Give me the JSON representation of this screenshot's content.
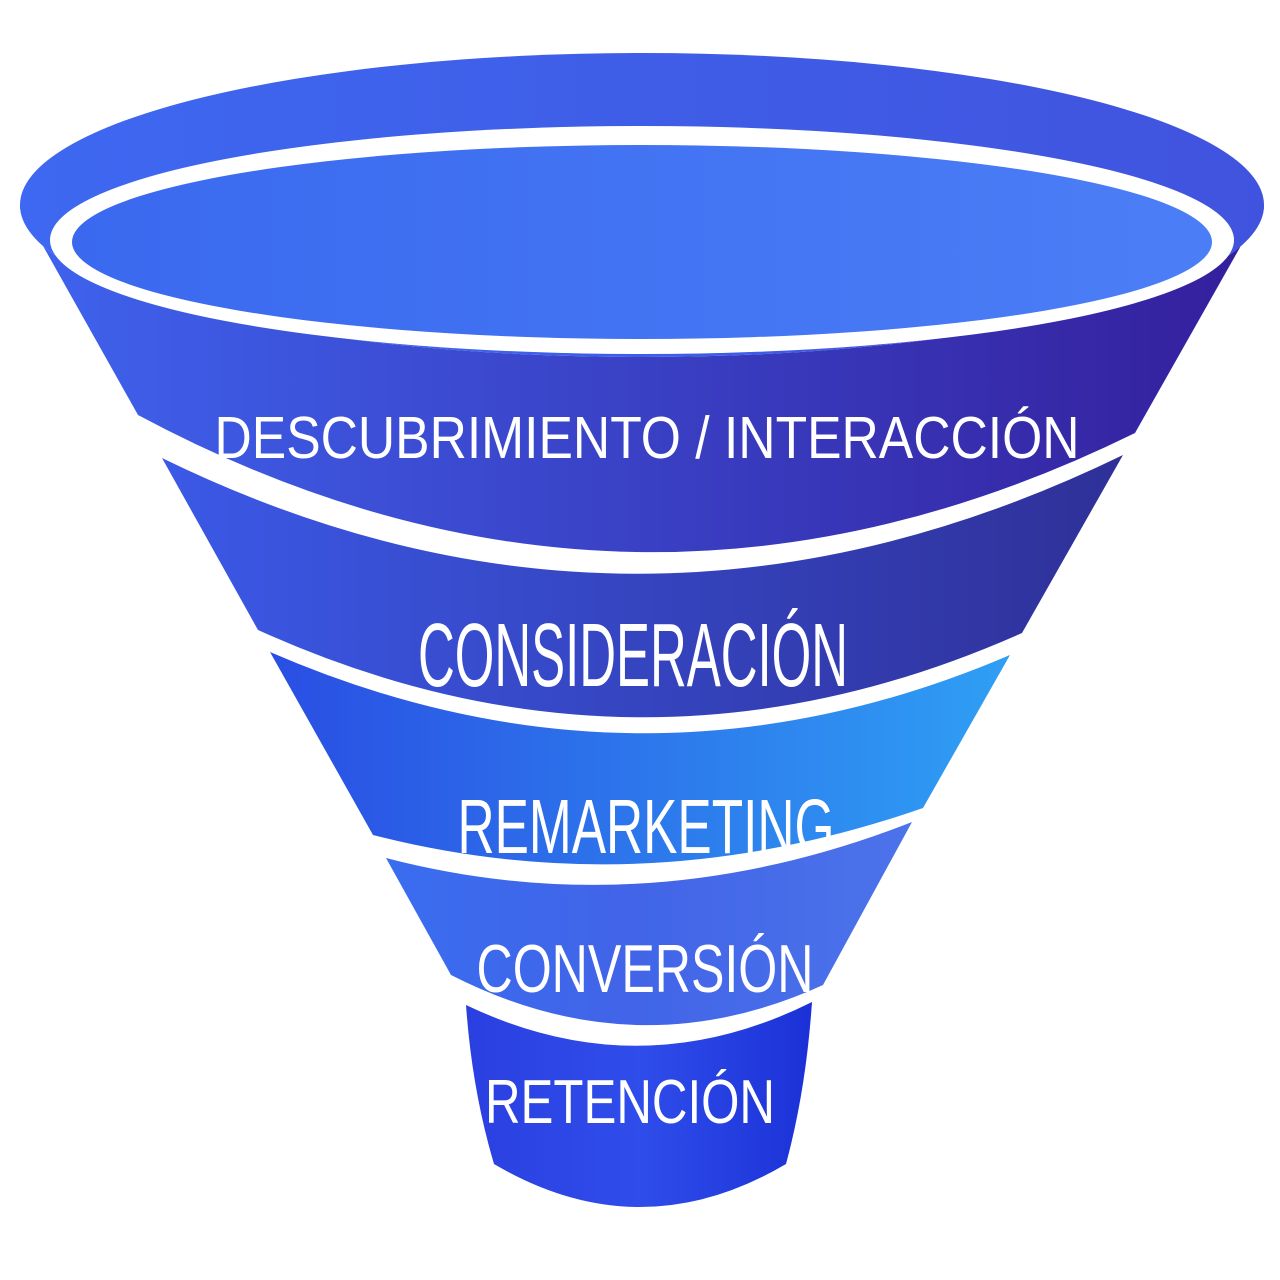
{
  "funnel": {
    "background_color": "#FFFFFF",
    "separator_color": "#FFFFFF",
    "text_color": "#FFFFFF",
    "rim": {
      "name": "top-rim-ring",
      "color_left": "#3E68F1",
      "color_right": "#4053DE"
    },
    "interior": {
      "name": "bowl-interior",
      "color_left": "#3A69EF",
      "color_right": "#4B7EF6"
    },
    "stages": [
      {
        "label": "DESCUBRIMIENTO / INTERACCIÓN",
        "color_left": "#3F63EE",
        "color_right": "#341E9B"
      },
      {
        "label": "CONSIDERACIÓN",
        "color_left": "#3B59E7",
        "color_right": "#2F3098"
      },
      {
        "label": "REMARKETING",
        "color_left": "#2A4EE3",
        "color_right": "#2F9FF4"
      },
      {
        "label": "CONVERSIÓN",
        "color_left": "#3A6DF0",
        "color_mid": "#4164E8",
        "color_right": "#4C73EA"
      },
      {
        "label": "RETENCIÓN",
        "color_left": "#2B3FE1",
        "color_mid": "#2F4DEA",
        "color_right": "#1B31D7"
      }
    ]
  }
}
